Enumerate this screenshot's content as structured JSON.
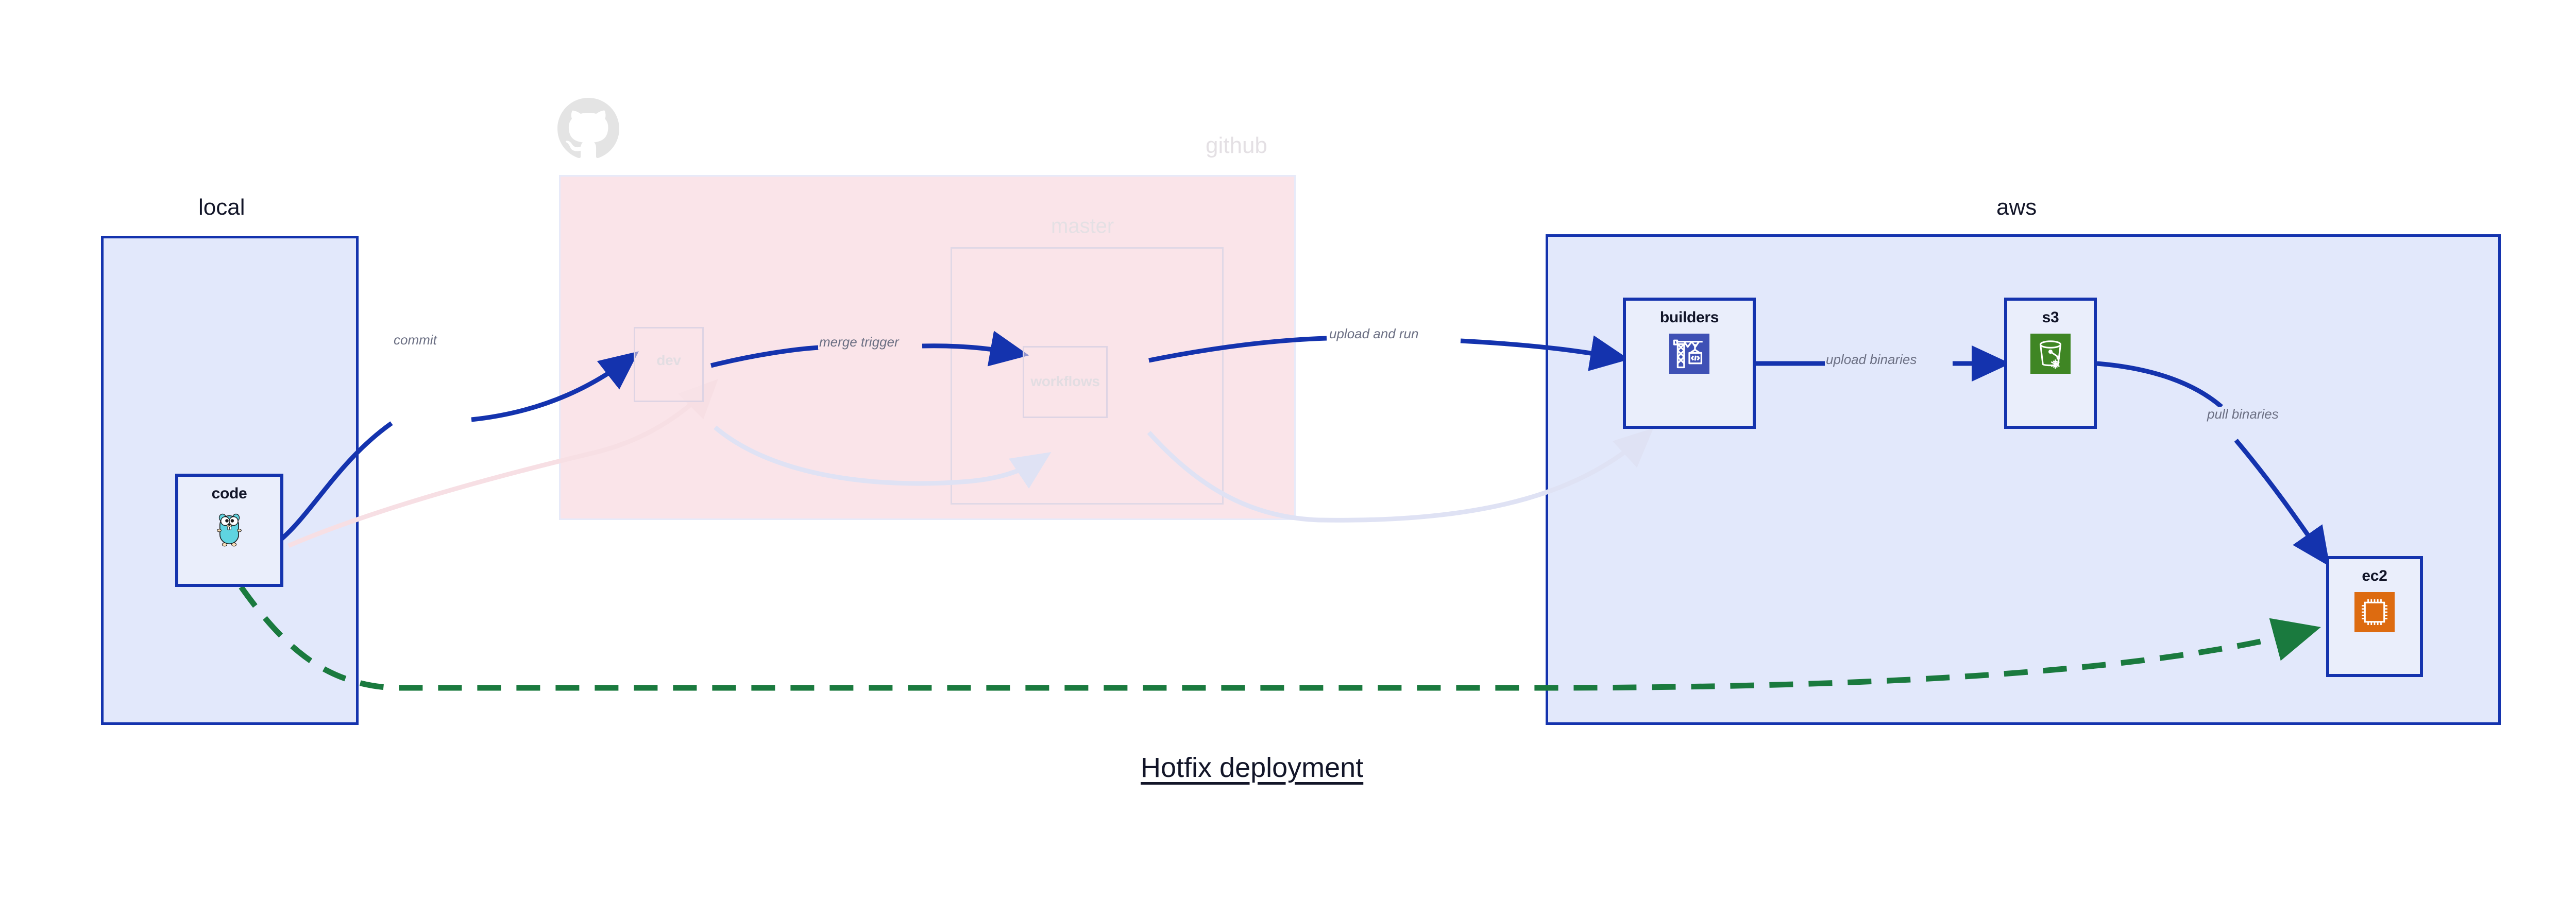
{
  "title": "Hotfix deployment",
  "colors": {
    "group_border_blue": "#1433ae",
    "group_fill_blue": "#e2e8fb",
    "group_fill_pink": "#fae4e9",
    "edge_blue": "#1433ae",
    "edge_green": "#1a7a3e",
    "edge_label_gray": "#6b6f83",
    "text_dark": "#121528",
    "faded_gray": "#e4e0e4",
    "icon_builders_bg": "#3f51b5",
    "icon_s3_bg": "#3f8624",
    "icon_ec2_bg": "#dd6b10",
    "icon_go_body": "#5fd4e0"
  },
  "groups": [
    {
      "id": "local",
      "label": "local",
      "faded": false
    },
    {
      "id": "github",
      "label": "github",
      "faded": true
    },
    {
      "id": "master",
      "label": "master",
      "faded": true
    },
    {
      "id": "aws",
      "label": "aws",
      "faded": false
    }
  ],
  "nodes": [
    {
      "id": "code",
      "label": "code",
      "icon": "go-gopher-icon",
      "faded": false,
      "group": "local"
    },
    {
      "id": "dev",
      "label": "dev",
      "icon": null,
      "faded": true,
      "group": "github"
    },
    {
      "id": "workflows",
      "label": "workflows",
      "icon": null,
      "faded": true,
      "group": "master"
    },
    {
      "id": "builders",
      "label": "builders",
      "icon": "aws-codebuild-icon",
      "faded": false,
      "group": "aws"
    },
    {
      "id": "s3",
      "label": "s3",
      "icon": "aws-s3-bucket-icon",
      "faded": false,
      "group": "aws"
    },
    {
      "id": "ec2",
      "label": "ec2",
      "icon": "aws-ec2-chip-icon",
      "faded": false,
      "group": "aws"
    }
  ],
  "edges": [
    {
      "id": "commit",
      "label": "commit",
      "from": "code",
      "to": "dev",
      "style": "solid",
      "color": "#1433ae"
    },
    {
      "id": "merge-trigger",
      "label": "merge trigger",
      "from": "dev",
      "to": "workflows",
      "style": "solid",
      "color": "#1433ae"
    },
    {
      "id": "upload-and-run",
      "label": "upload and run",
      "from": "workflows",
      "to": "builders",
      "style": "solid",
      "color": "#1433ae"
    },
    {
      "id": "upload-binaries",
      "label": "upload binaries",
      "from": "builders",
      "to": "s3",
      "style": "solid",
      "color": "#1433ae"
    },
    {
      "id": "pull-binaries",
      "label": "pull binaries",
      "from": "s3",
      "to": "ec2",
      "style": "solid",
      "color": "#1433ae"
    },
    {
      "id": "hotfix-direct",
      "label": "",
      "from": "code",
      "to": "ec2",
      "style": "dashed",
      "color": "#1a7a3e"
    }
  ]
}
